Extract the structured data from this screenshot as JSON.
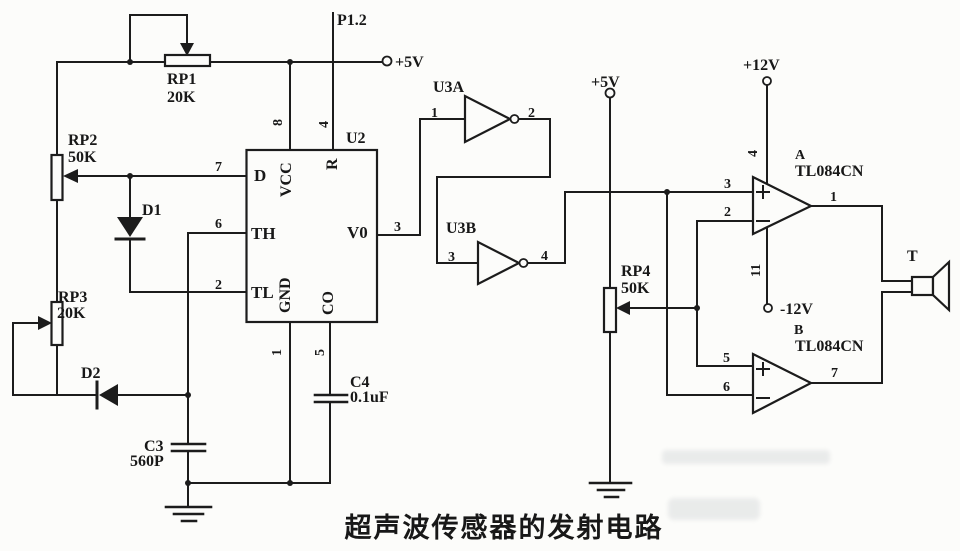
{
  "figure": {
    "caption": "超声波传感器的发射电路",
    "terminals": {
      "p12": "P1.2",
      "v5_left": "+5V",
      "v5_mid": "+5V",
      "v12_pos": "+12V",
      "v12_neg": "-12V"
    },
    "components": {
      "rp1": {
        "ref": "RP1",
        "value": "20K"
      },
      "rp2": {
        "ref": "RP2",
        "value": "50K"
      },
      "rp3": {
        "ref": "RP3",
        "value": "20K"
      },
      "rp4": {
        "ref": "RP4",
        "value": "50K"
      },
      "d1": {
        "ref": "D1"
      },
      "d2": {
        "ref": "D2"
      },
      "c3": {
        "ref": "C3",
        "value": "560P"
      },
      "c4": {
        "ref": "C4",
        "value": "0.1uF"
      },
      "u2": {
        "ref": "U2",
        "pins": {
          "d": "D",
          "th": "TH",
          "tl": "TL",
          "v0": "V0",
          "vcc": "VCC",
          "gnd": "GND",
          "r": "R",
          "co": "CO"
        },
        "pin_numbers": {
          "d": "7",
          "th": "6",
          "tl": "2",
          "v0": "3",
          "vcc": "8",
          "r": "4",
          "gnd": "1",
          "co": "5"
        }
      },
      "u3a": {
        "ref": "U3A",
        "pin_in": "1",
        "pin_out": "2"
      },
      "u3b": {
        "ref": "U3B",
        "pin_in": "3",
        "pin_out": "4"
      },
      "opamp_a": {
        "section": "A",
        "part": "TL084CN",
        "pin_noninv": "3",
        "pin_inv": "2",
        "pin_out": "1",
        "pin_vplus": "4",
        "pin_vminus": "11"
      },
      "opamp_b": {
        "section": "B",
        "part": "TL084CN",
        "pin_noninv": "5",
        "pin_inv": "6",
        "pin_out": "7"
      },
      "transducer": {
        "ref": "T"
      }
    }
  }
}
